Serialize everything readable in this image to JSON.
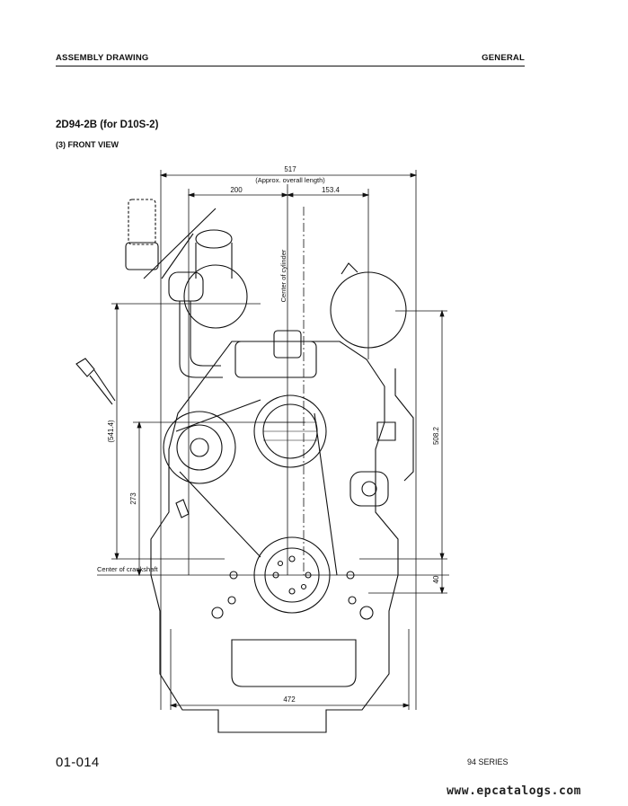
{
  "header": {
    "left": "ASSEMBLY DRAWING",
    "right": "GENERAL"
  },
  "title": "2D94-2B (for D10S-2)",
  "subtitle": "(3)  FRONT VIEW",
  "dimensions": {
    "overall_length": "517",
    "overall_length_note": "(Approx. overall length)",
    "left_half": "200",
    "right_half": "153.4",
    "height_total": "(541.4)",
    "height_lower": "273",
    "height_right": "508.2",
    "crank_offset": "40",
    "base_width": "472"
  },
  "labels": {
    "center_of_cylinder": "Center of cylinder",
    "center_of_crankshaft": "Center of crankshaft"
  },
  "footer": {
    "page_number": "01-014",
    "series": "94 SERIES",
    "watermark": "www.epcatalogs.com"
  }
}
